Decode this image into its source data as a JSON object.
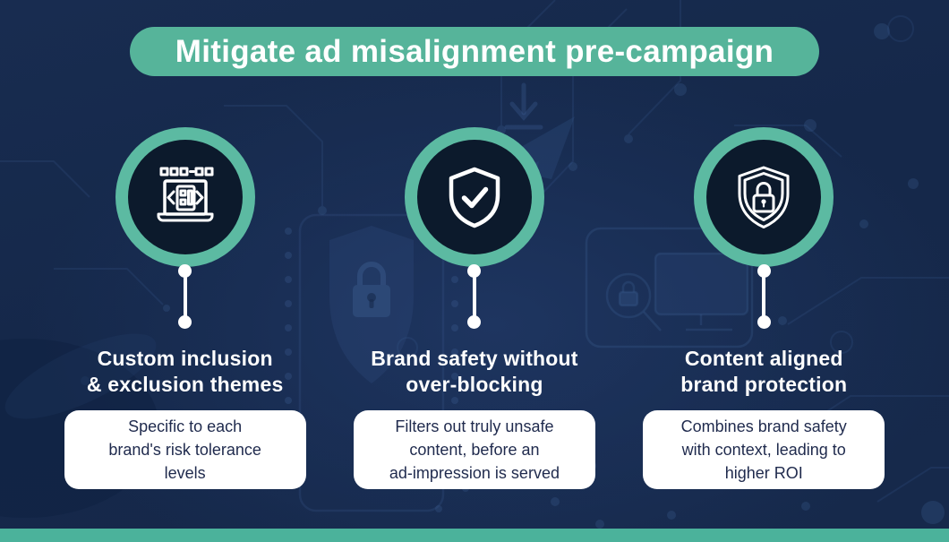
{
  "title": "Mitigate ad misalignment pre-campaign",
  "columns": [
    {
      "icon": "ad-layout-laptop-icon",
      "heading": "Custom inclusion\n& exclusion themes",
      "description": "Specific to each\nbrand's risk tolerance\nlevels"
    },
    {
      "icon": "shield-check-icon",
      "heading": "Brand safety without\nover-blocking",
      "description": "Filters out truly unsafe\ncontent, before an\nad-impression is served"
    },
    {
      "icon": "shield-lock-icon",
      "heading": "Content aligned\nbrand protection",
      "description": "Combines brand safety\nwith context, leading to\nhigher ROI"
    }
  ],
  "colors": {
    "background": "#16294B",
    "banner_teal": "#56B49A",
    "ring_teal": "#5CBAA2",
    "circle_inner": "#0C1A2C",
    "card_background": "#FFFFFF",
    "card_text": "#1F2A4D",
    "heading_text": "#FFFFFF",
    "footer_strip": "#4BB29B"
  }
}
